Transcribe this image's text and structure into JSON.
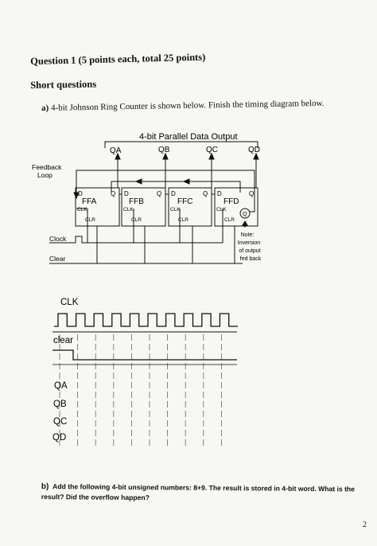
{
  "question": {
    "title": "Question 1 (5 points each, total 25 points)",
    "short_heading": "Short questions",
    "part_a": {
      "letter": "a)",
      "text": "4-bit Johnson Ring Counter is shown below. Finish the timing diagram below."
    },
    "part_b": {
      "letter": "b)",
      "text": "Add the following 4-bit unsigned numbers:  8+9. The result is stored in 4-bit word. What is the result? Did the overflow happen?"
    }
  },
  "circuit": {
    "output_title": "4-bit Parallel Data Output",
    "outputs": [
      "QA",
      "QB",
      "QC",
      "QD"
    ],
    "feedback_label": [
      "Feedback",
      "Loop"
    ],
    "flipflops": [
      {
        "name": "FFA",
        "d": "D",
        "q": "Q",
        "clk": "CLK",
        "clr": "CLR"
      },
      {
        "name": "FFB",
        "d": "D",
        "q": "Q",
        "clk": "CLK",
        "clr": "CLR"
      },
      {
        "name": "FFC",
        "d": "D",
        "q": "Q",
        "clk": "CLK",
        "clr": "CLR"
      },
      {
        "name": "FFD",
        "d": "D",
        "q": "Q",
        "clk": "CLK",
        "clr": "CLR"
      }
    ],
    "qbar_label": "Q",
    "clock_label": "Clock",
    "clear_label": "Clear",
    "note": [
      "Note:",
      "Inversion",
      "of output",
      "fed back"
    ]
  },
  "timing": {
    "clk_label": "CLK",
    "clear_label": "clear",
    "signals": [
      "QA",
      "QB",
      "QC",
      "QD"
    ],
    "clock_pulses": 10
  },
  "page_number": "2"
}
